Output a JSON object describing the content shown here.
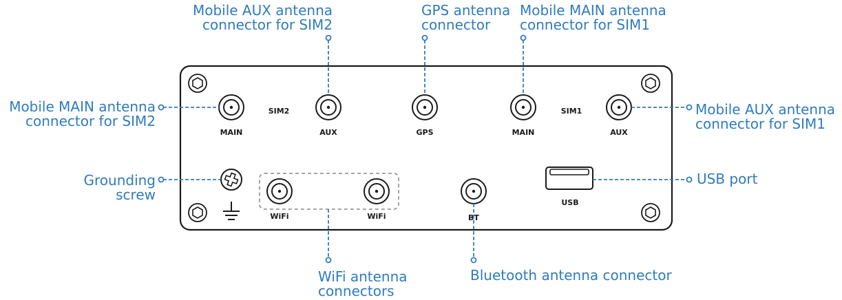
{
  "callouts": {
    "aux_sim2": {
      "line1": "Mobile AUX antenna",
      "line2": "connector for SIM2"
    },
    "gps": {
      "line1": "GPS antenna",
      "line2": "connector"
    },
    "main_sim1": {
      "line1": "Mobile MAIN antenna",
      "line2": "connector for SIM1"
    },
    "main_sim2": {
      "line1": "Mobile MAIN antenna",
      "line2": "connector for SIM2"
    },
    "aux_sim1": {
      "line1": "Mobile AUX antenna",
      "line2": "connector for SIM1"
    },
    "grounding": {
      "line1": "Grounding",
      "line2": "screw"
    },
    "usb": {
      "line1": "USB port"
    },
    "wifi": {
      "line1": "WiFi antenna",
      "line2": "connectors"
    },
    "bluetooth": {
      "line1": "Bluetooth antenna connector"
    }
  },
  "panel_labels": {
    "sim2": "SIM2",
    "sim1": "SIM1",
    "main_sim2": "MAIN",
    "aux_sim2": "AUX",
    "gps": "GPS",
    "main_sim1": "MAIN",
    "aux_sim1": "AUX",
    "wifi_1": "WiFi",
    "wifi_2": "WiFi",
    "bt": "BT",
    "usb": "USB"
  },
  "colors": {
    "accent": "#2f7bbf",
    "outline": "#1a1a1a",
    "group_box": "#9a9a9a"
  }
}
